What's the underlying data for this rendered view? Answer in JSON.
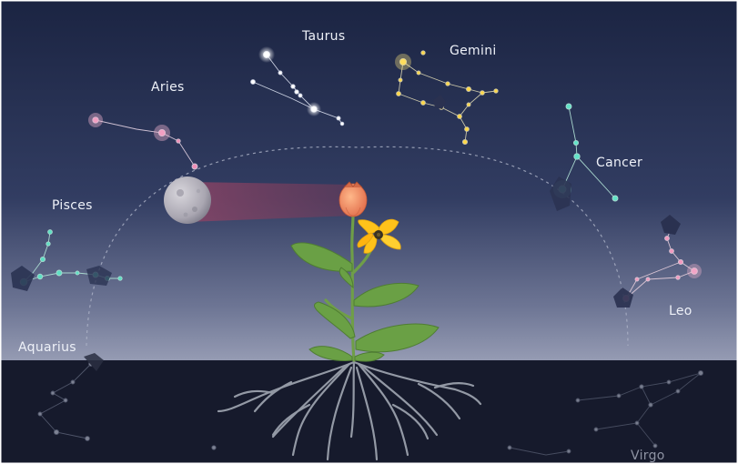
{
  "constellations": {
    "taurus": "Taurus",
    "gemini": "Gemini",
    "aries": "Aries",
    "cancer": "Cancer",
    "pisces": "Pisces",
    "leo": "Leo",
    "aquarius": "Aquarius",
    "virgo": "Virgo"
  },
  "colors": {
    "sky_top": "#1d2745",
    "sky_horizon": "#8c93ac",
    "ground": "#161a2c",
    "aries_stars": "#f08fb8",
    "taurus_stars": "#ffffff",
    "gemini_stars": "#ffd84a",
    "cancer_stars": "#62e3c8",
    "pisces_stars": "#5ee0c4",
    "leo_stars": "#f29ac0",
    "moon_beam": "#7a3f5c",
    "leaves": "#6aa045",
    "flower": "#ffc21a",
    "bud": "#f08a5a",
    "roots": "#9aa0ac"
  }
}
